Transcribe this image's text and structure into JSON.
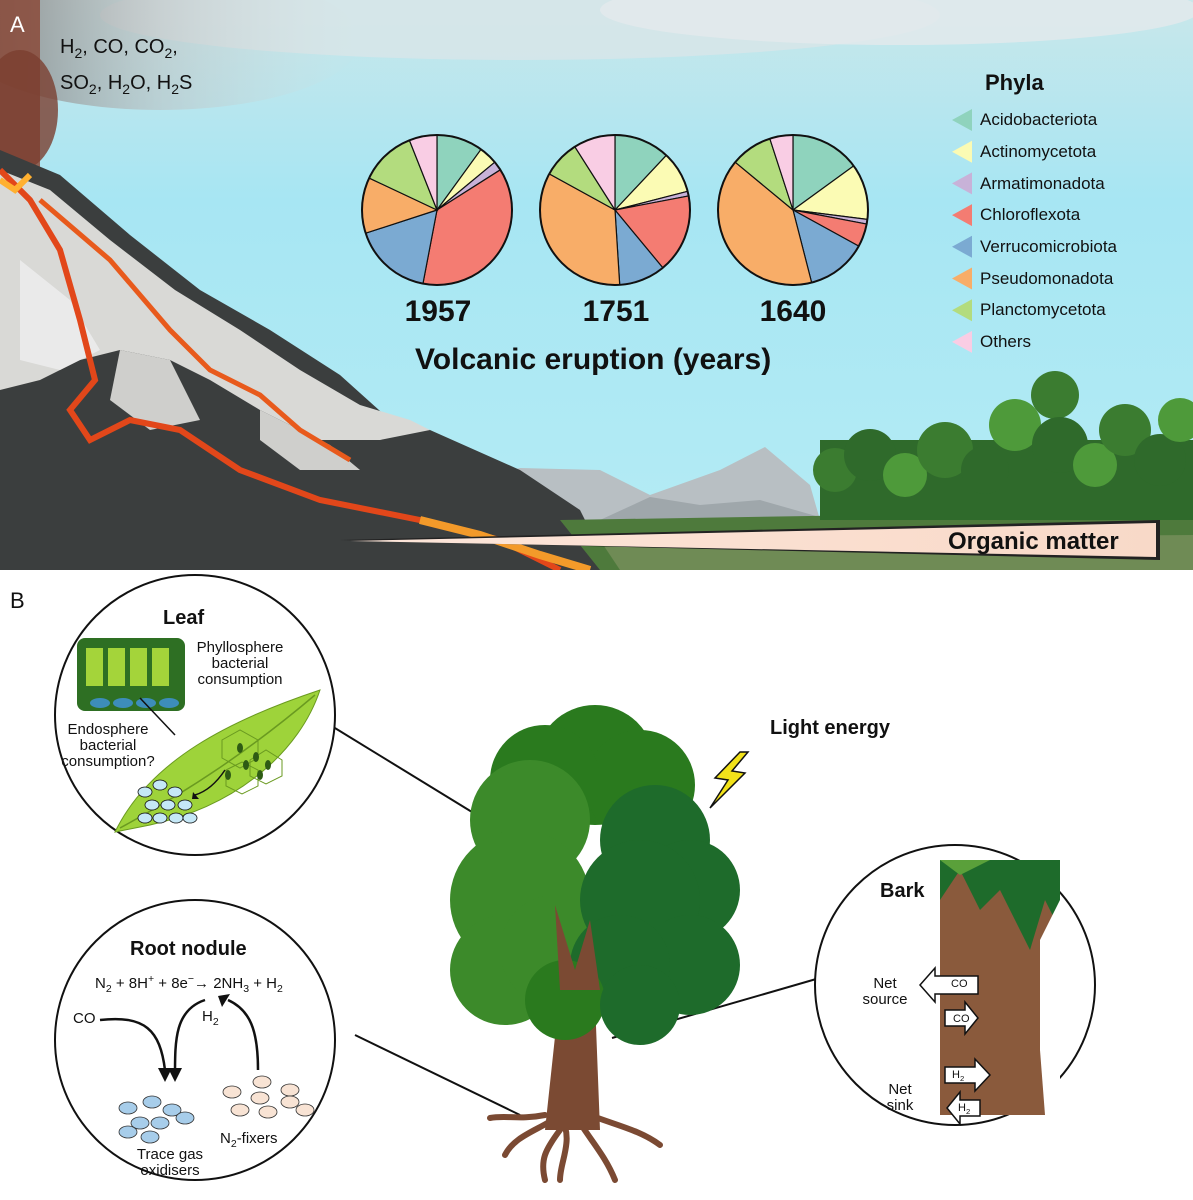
{
  "panel_a": {
    "letter": "A",
    "gases": {
      "line1": [
        "H",
        "2",
        ", CO, CO",
        "2",
        ","
      ],
      "line2": [
        "SO",
        "2",
        ", H",
        "2",
        "O, H",
        "2",
        "S"
      ]
    },
    "x_title": "Volcanic eruption (years)",
    "legend_title": "Phyla",
    "organic_matter": "Organic matter"
  },
  "chart_data": {
    "type": "pie",
    "title": "",
    "xlabel": "Volcanic eruption (years)",
    "legend_title": "Phyla",
    "legend_placement": "right",
    "categories": [
      "Acidobacteriota",
      "Actinomycetota",
      "Armatimonadota",
      "Chloroflexota",
      "Verrucomicrobiota",
      "Pseudomonadota",
      "Planctomycetota",
      "Others"
    ],
    "colors": [
      "#8fd3bd",
      "#fbfbb4",
      "#c8b2d8",
      "#f47c72",
      "#7baad2",
      "#f8ad68",
      "#b3dc7e",
      "#f9cde4"
    ],
    "series": [
      {
        "name": "1957",
        "values": [
          10,
          4,
          2,
          37,
          17,
          12,
          12,
          6
        ]
      },
      {
        "name": "1751",
        "values": [
          12,
          9,
          1,
          17,
          10,
          34,
          8,
          9
        ]
      },
      {
        "name": "1640",
        "values": [
          15,
          12,
          1,
          5,
          13,
          40,
          9,
          5
        ]
      }
    ]
  },
  "panel_b": {
    "letter": "B",
    "leaf": {
      "title": "Leaf",
      "phyllosphere": [
        "Phyllosphere",
        "bacterial",
        "consumption"
      ],
      "endosphere": [
        "Endosphere",
        "bacterial",
        "consumption?"
      ]
    },
    "light_energy": "Light energy",
    "root_nodule": {
      "title": "Root nodule",
      "equation": {
        "a": "N",
        "b": "2",
        "c": " + 8H",
        "d": "+",
        "e": " + 8e",
        "f": "−",
        "g": "→ 2NH",
        "h": "3",
        "i": " + H",
        "j": "2"
      },
      "co": "CO",
      "h2": [
        "H",
        "2"
      ],
      "trace_gas": [
        "Trace gas",
        "oxidisers"
      ],
      "n2_fixers": [
        "N",
        "2",
        "-fixers"
      ]
    },
    "bark": {
      "title": "Bark",
      "net_source": [
        "Net",
        "source"
      ],
      "net_sink": [
        "Net",
        "sink"
      ],
      "co1": "CO",
      "co2": "CO",
      "h2a": [
        "H",
        "2"
      ],
      "h2b": [
        "H",
        "2"
      ]
    }
  },
  "colors": {
    "sky": "#aee6f1",
    "volcano": "#3a3d3d",
    "lava": "#e0461b",
    "leaf_green": "#9ed33a",
    "tree_dark": "#1e6b2b",
    "trunk": "#7b4a33"
  }
}
